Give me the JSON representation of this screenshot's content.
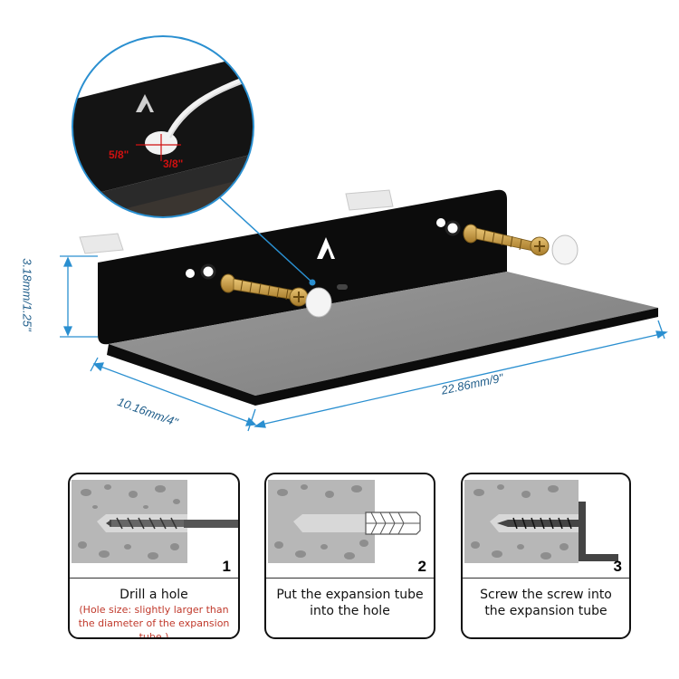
{
  "zoom": {
    "width_label": "5/8\"",
    "height_label": "3/8\""
  },
  "dimensions": {
    "height": "3.18mm/1.25\"",
    "depth": "10.16mm/4\"",
    "width": "22.86mm/9\""
  },
  "steps": [
    {
      "number": "1",
      "caption": "Drill a hole",
      "note": "(Hole size: slightly larger than the diameter of the expansion tube.)"
    },
    {
      "number": "2",
      "caption": "Put the expansion tube into the hole",
      "note": ""
    },
    {
      "number": "3",
      "caption": "Screw the screw into the expansion tube",
      "note": ""
    }
  ],
  "colors": {
    "dimension": "#1f5d8a",
    "note": "#c0392b",
    "callout": "#2a8fd0",
    "shelf": "#111111",
    "shelf_top": "#8c8c8c"
  },
  "icons": [
    "shelf-product-image",
    "screw-icon",
    "anchor-icon",
    "drill-bit-icon",
    "logo-icon"
  ]
}
